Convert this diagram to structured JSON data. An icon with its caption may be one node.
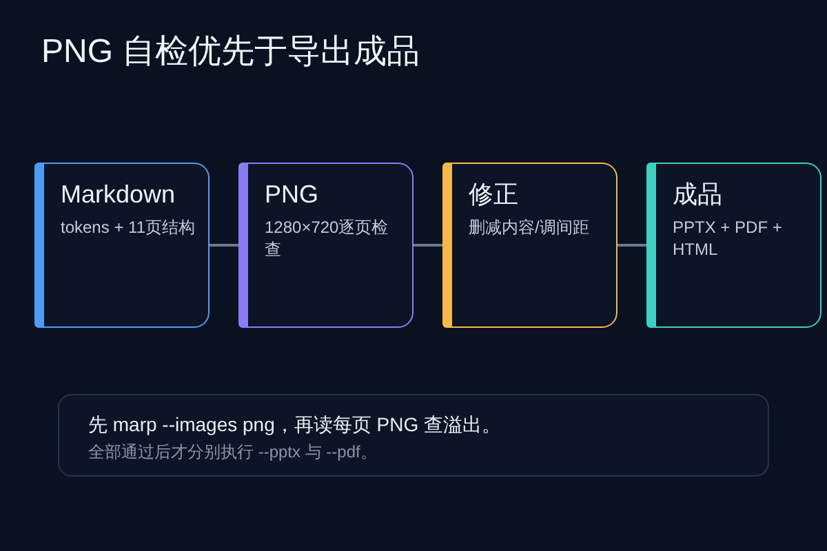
{
  "diagram": {
    "title": "PNG 自检优先于导出成品",
    "nodes": [
      {
        "text": [
          "Markdown",
          "tokens + 11页结构"
        ]
      },
      {
        "text": [
          "PNG",
          "1280×720逐页检查"
        ]
      },
      {
        "text": [
          "修正",
          "删减内容/调间距"
        ]
      },
      {
        "text": [
          "成品",
          "PPTX + PDF + HTML"
        ]
      },
      {
        "text": [
          "先 marp --images png，再读每页 PNG 查溢出。",
          "全部通过后才分别执行 --pptx 与 --pdf。"
        ]
      }
    ],
    "edges": [
      {
        "from": 0,
        "to": 1,
        "arrow": "none"
      },
      {
        "from": 1,
        "to": 2,
        "arrow": "none"
      },
      {
        "from": 2,
        "to": 3,
        "arrow": "none"
      }
    ]
  }
}
